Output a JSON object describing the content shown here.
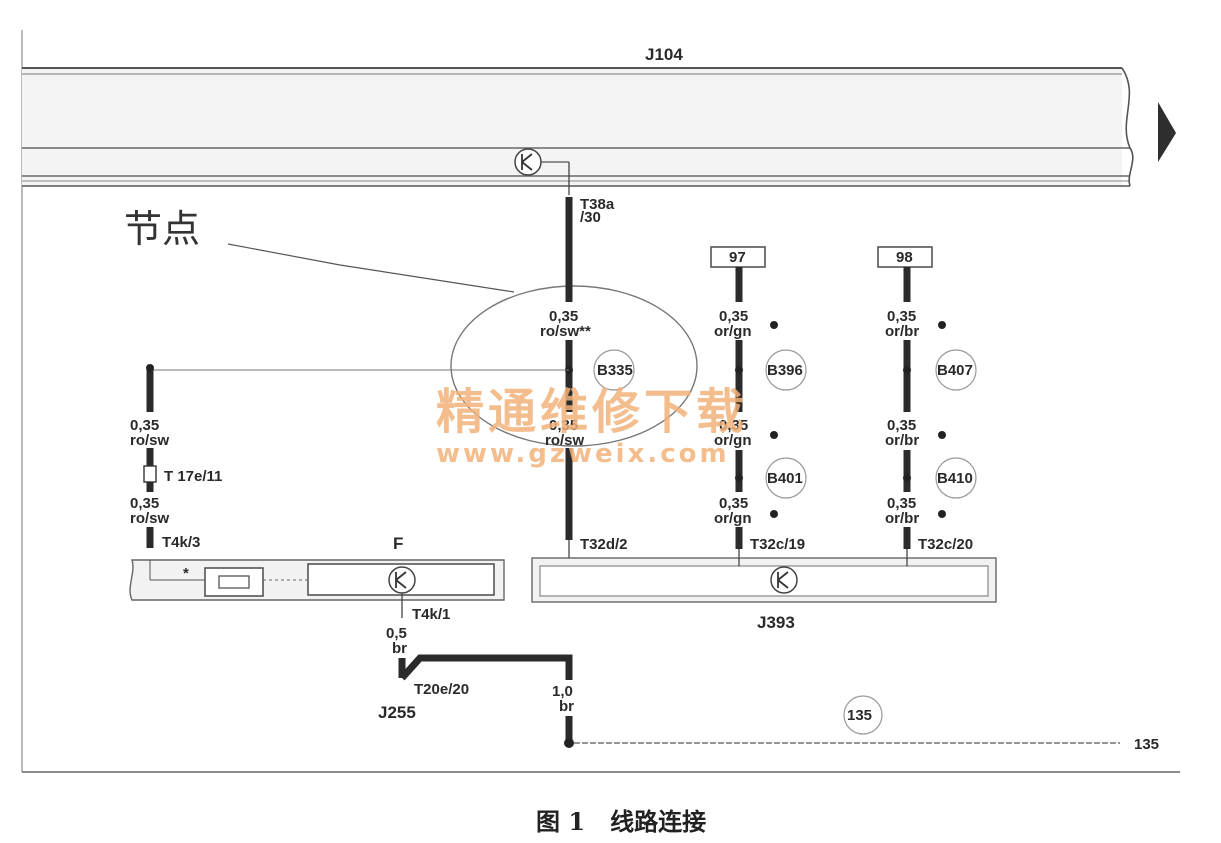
{
  "components": {
    "j104": "J104",
    "j393": "J393",
    "j255": "J255",
    "f": "F"
  },
  "connectors": {
    "t38a_1": "T38a",
    "t38a_2": "/30",
    "t32d_2": "T32d/2",
    "t32c_19": "T32c/19",
    "t32c_20": "T32c/20",
    "t4k_3": "T4k/3",
    "t4k_1": "T4k/1",
    "t17e_11": "T 17e/11",
    "t20e_20": "T20e/20"
  },
  "relays": {
    "r97": "97",
    "r98": "98"
  },
  "nodes": {
    "b335": "B335",
    "b396": "B396",
    "b401": "B401",
    "b407": "B407",
    "b410": "B410",
    "n135": "135"
  },
  "wires": {
    "w_center_top_size": "0,35",
    "w_center_top_color": "ro/sw**",
    "w_center_mid_size": "0,35",
    "w_center_mid_color": "ro/sw",
    "w_left_a_size": "0,35",
    "w_left_a_color": "ro/sw",
    "w_left_b_size": "0,35",
    "w_left_b_color": "ro/sw",
    "w_97_1_size": "0,35",
    "w_97_1_color": "or/gn",
    "w_97_2_size": "0,35",
    "w_97_2_color": "or/gn",
    "w_97_3_size": "0,35",
    "w_97_3_color": "or/gn",
    "w_98_1_size": "0,35",
    "w_98_1_color": "or/br",
    "w_98_2_size": "0,35",
    "w_98_2_color": "or/br",
    "w_98_3_size": "0,35",
    "w_98_3_color": "or/br",
    "w_f_size": "0,5",
    "w_f_color": "br",
    "w_gnd_size": "1,0",
    "w_gnd_color": "br",
    "end_135": "135",
    "star": "*"
  },
  "annotation": {
    "node_label": "节点"
  },
  "watermark": {
    "line1": "精通维修下载",
    "line2": "www.gzweix.com"
  },
  "caption": {
    "text": "图 1   线路连接"
  }
}
